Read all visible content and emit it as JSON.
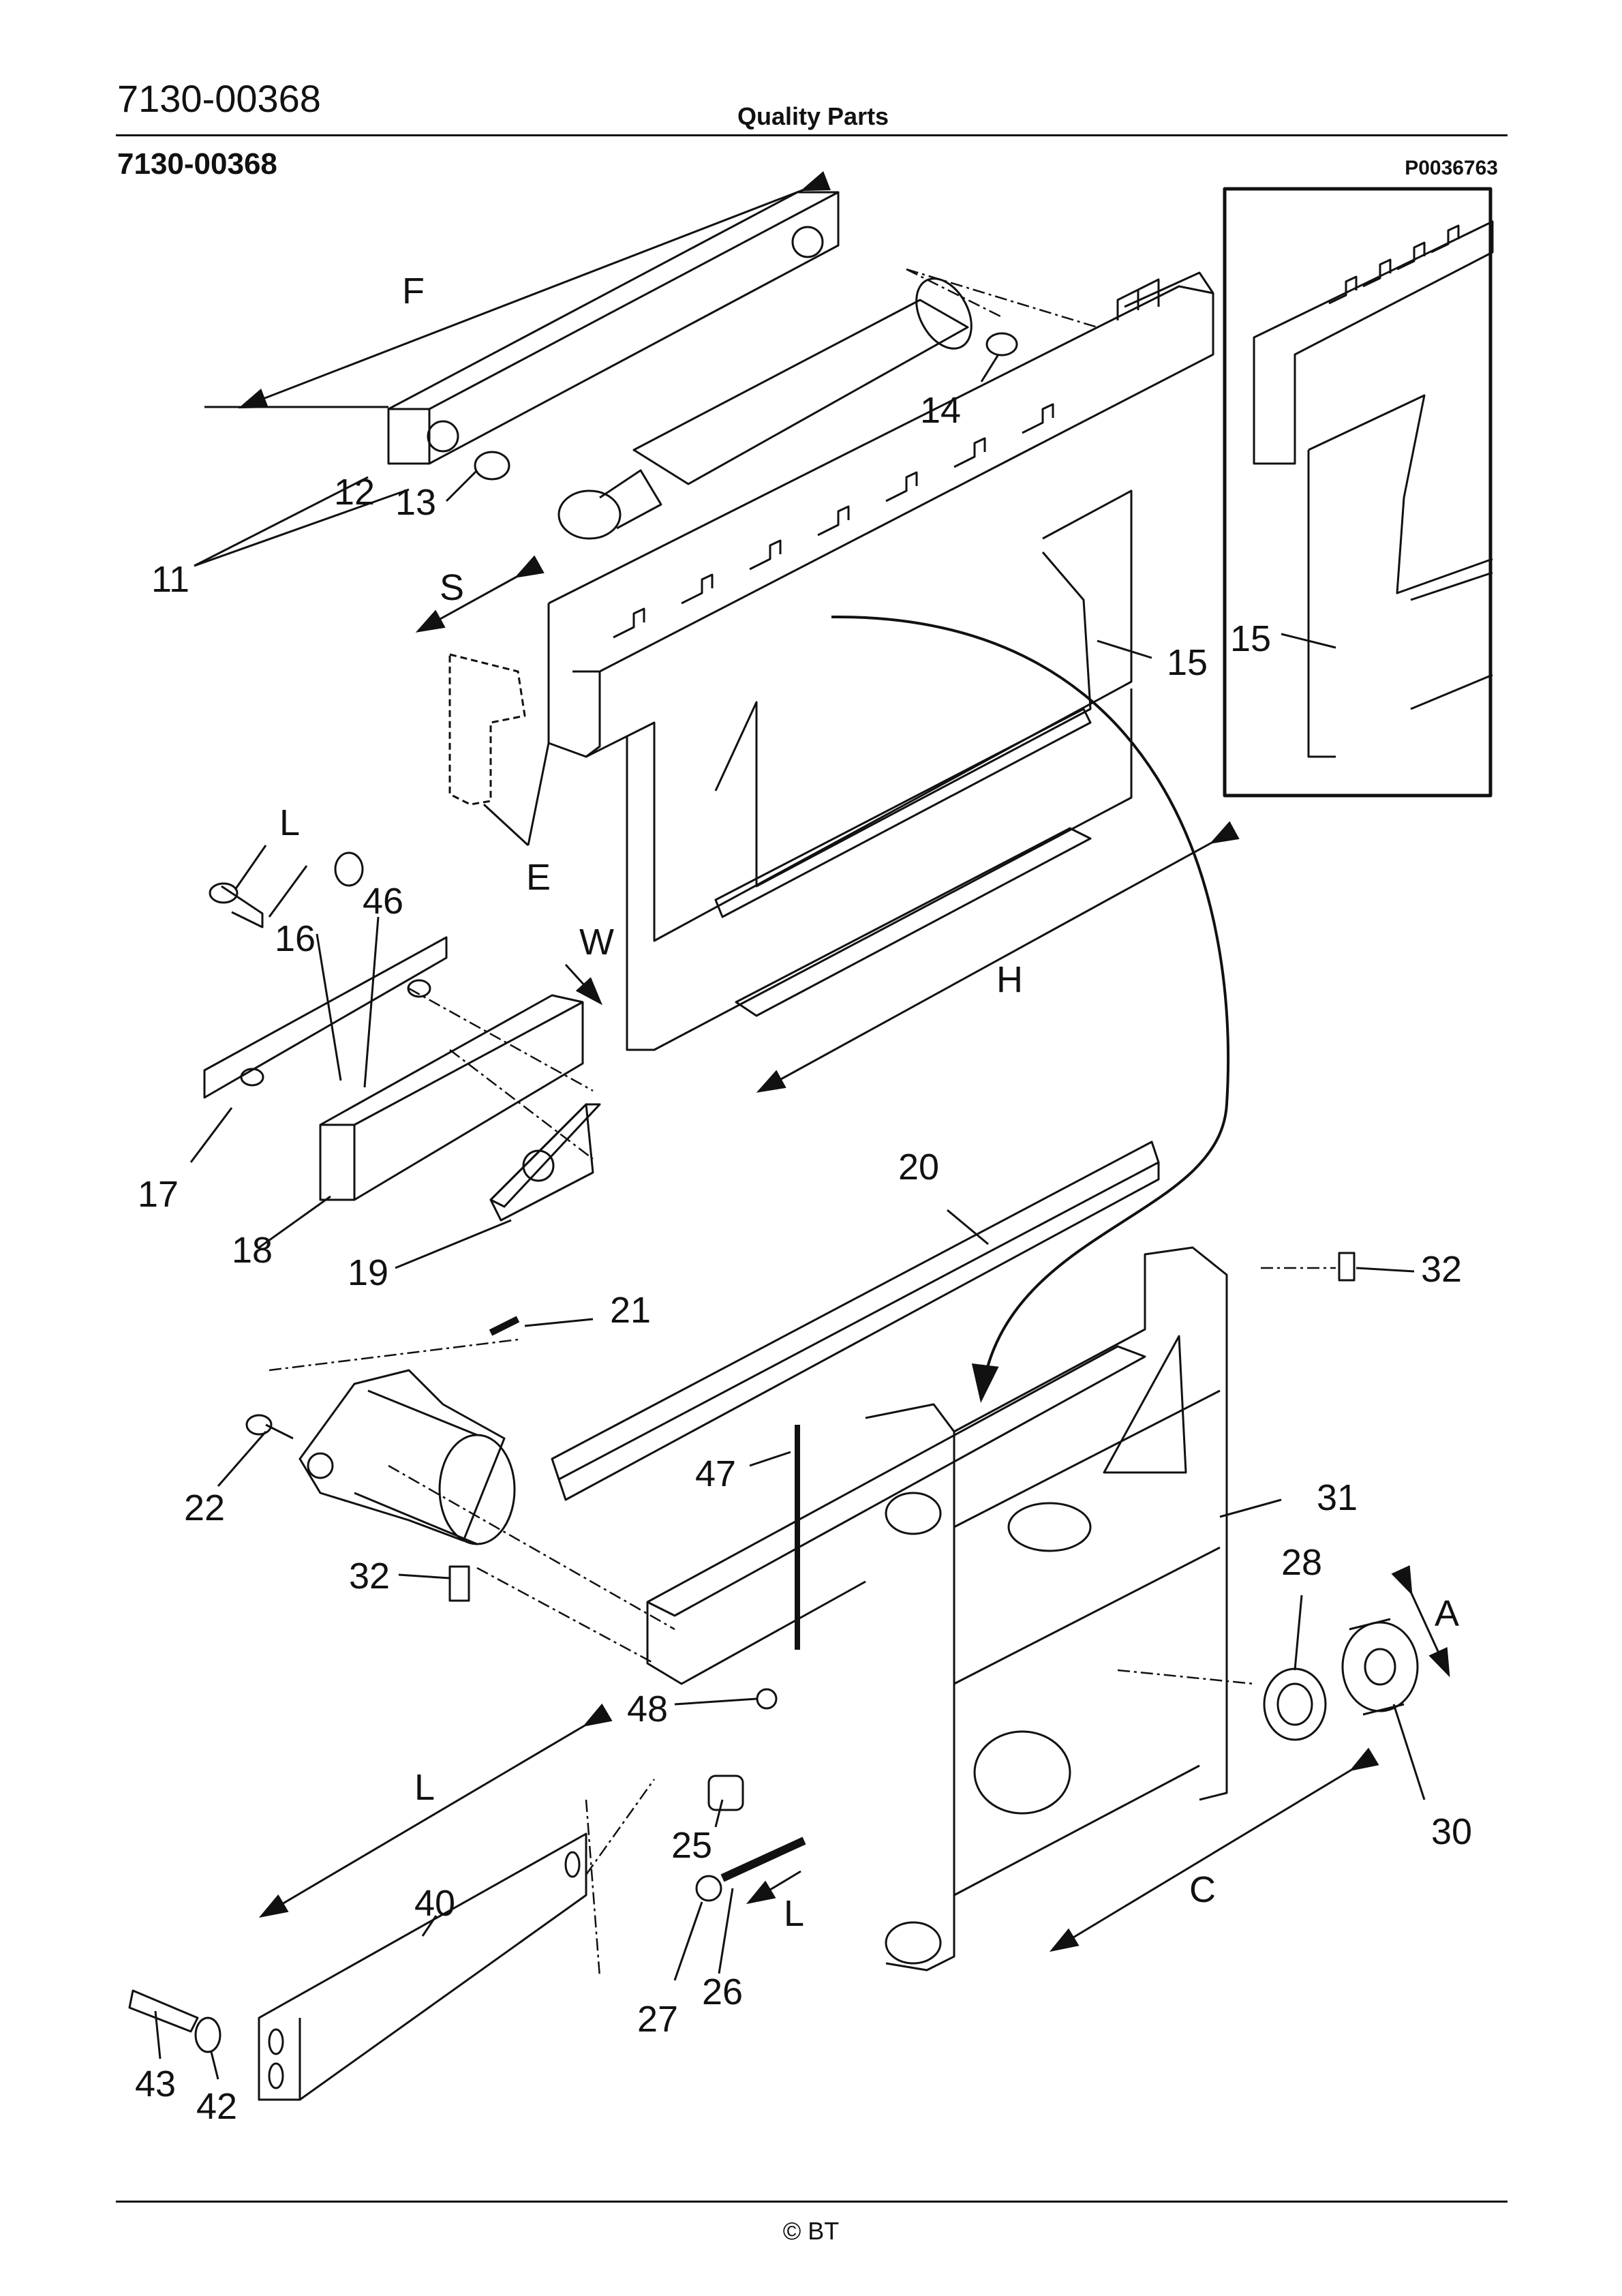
{
  "header": {
    "doc_code": "7130-00368",
    "title": "Quality Parts",
    "part_code": "7130-00368",
    "figure_ref": "P0036763"
  },
  "footer": {
    "copyright": "© BT"
  },
  "callouts": [
    {
      "id": "c-f",
      "text": "F"
    },
    {
      "id": "c-14",
      "text": "14"
    },
    {
      "id": "c-12",
      "text": "12"
    },
    {
      "id": "c-13",
      "text": "13"
    },
    {
      "id": "c-11",
      "text": "11"
    },
    {
      "id": "c-s",
      "text": "S"
    },
    {
      "id": "c-15a",
      "text": "15"
    },
    {
      "id": "c-15b",
      "text": "15"
    },
    {
      "id": "c-e",
      "text": "E"
    },
    {
      "id": "c-l1",
      "text": "L"
    },
    {
      "id": "c-46",
      "text": "46"
    },
    {
      "id": "c-16",
      "text": "16"
    },
    {
      "id": "c-w",
      "text": "W"
    },
    {
      "id": "c-h",
      "text": "H"
    },
    {
      "id": "c-17",
      "text": "17"
    },
    {
      "id": "c-18",
      "text": "18"
    },
    {
      "id": "c-19",
      "text": "19"
    },
    {
      "id": "c-20",
      "text": "20"
    },
    {
      "id": "c-32a",
      "text": "32"
    },
    {
      "id": "c-21",
      "text": "21"
    },
    {
      "id": "c-47",
      "text": "47"
    },
    {
      "id": "c-31",
      "text": "31"
    },
    {
      "id": "c-22",
      "text": "22"
    },
    {
      "id": "c-32b",
      "text": "32"
    },
    {
      "id": "c-28",
      "text": "28"
    },
    {
      "id": "c-a",
      "text": "A"
    },
    {
      "id": "c-48",
      "text": "48"
    },
    {
      "id": "c-l2",
      "text": "L"
    },
    {
      "id": "c-30",
      "text": "30"
    },
    {
      "id": "c-25",
      "text": "25"
    },
    {
      "id": "c-40",
      "text": "40"
    },
    {
      "id": "c-c",
      "text": "C"
    },
    {
      "id": "c-l3",
      "text": "L"
    },
    {
      "id": "c-26",
      "text": "26"
    },
    {
      "id": "c-27",
      "text": "27"
    },
    {
      "id": "c-43",
      "text": "43"
    },
    {
      "id": "c-42",
      "text": "42"
    }
  ]
}
